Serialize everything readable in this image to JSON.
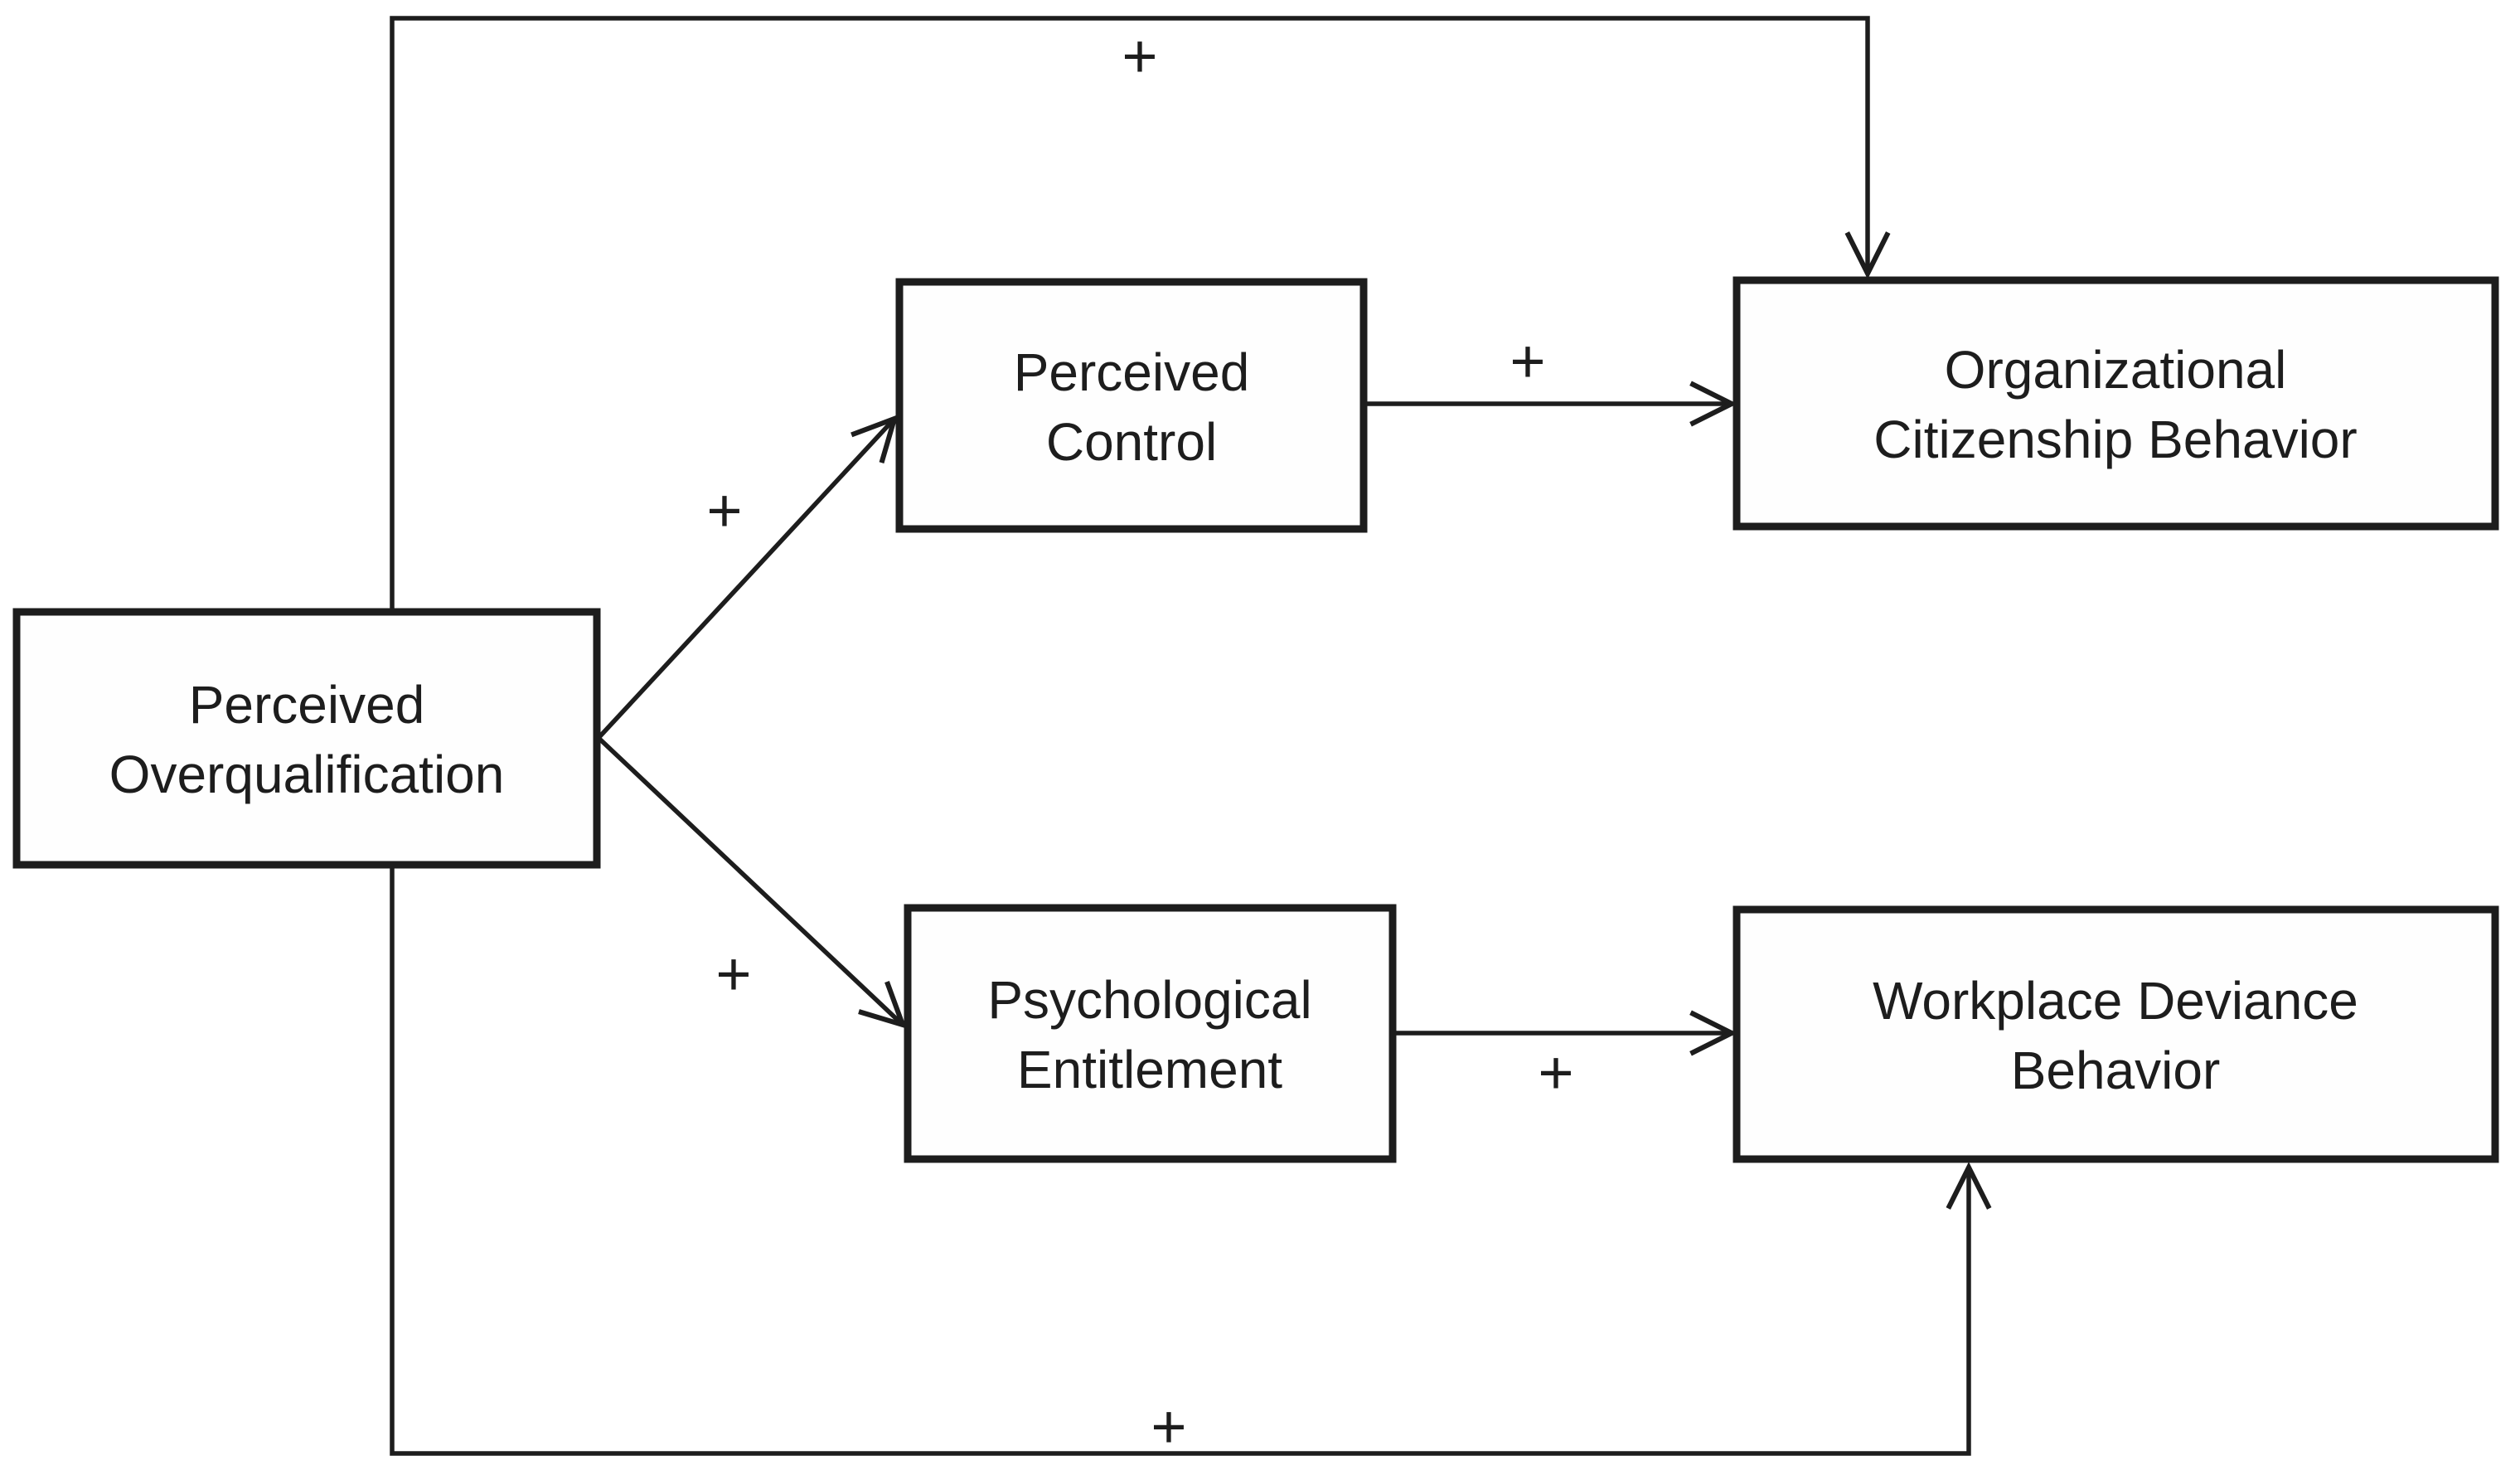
{
  "diagram": {
    "type": "path-model",
    "colors": {
      "background": "#ffffff",
      "line": "#1d1d1d",
      "text": "#1d1d1d",
      "box_fill": "#fefefe"
    },
    "nodes": {
      "perceived_overqualification": {
        "line1": "Perceived",
        "line2": "Overqualification",
        "label": "Perceived Overqualification"
      },
      "perceived_control": {
        "line1": "Perceived",
        "line2": "Control",
        "label": "Perceived Control"
      },
      "organizational_citizenship_behavior": {
        "line1": "Organizational",
        "line2": "Citizenship Behavior",
        "label": "Organizational Citizenship Behavior"
      },
      "psychological_entitlement": {
        "line1": "Psychological",
        "line2": "Entitlement",
        "label": "Psychological Entitlement"
      },
      "workplace_deviance_behavior": {
        "line1": "Workplace Deviance",
        "line2": "Behavior",
        "label": "Workplace Deviance Behavior"
      }
    },
    "edges": {
      "poq_to_pc": {
        "from": "Perceived Overqualification",
        "to": "Perceived Control",
        "sign": "+"
      },
      "poq_to_pe": {
        "from": "Perceived Overqualification",
        "to": "Psychological Entitlement",
        "sign": "+"
      },
      "pc_to_ocb": {
        "from": "Perceived Control",
        "to": "Organizational Citizenship Behavior",
        "sign": "+"
      },
      "pe_to_wdb": {
        "from": "Psychological Entitlement",
        "to": "Workplace Deviance Behavior",
        "sign": "+"
      },
      "poq_to_ocb_direct": {
        "from": "Perceived Overqualification",
        "to": "Organizational Citizenship Behavior",
        "sign": "+"
      },
      "poq_to_wdb_direct": {
        "from": "Perceived Overqualification",
        "to": "Workplace Deviance Behavior",
        "sign": "+"
      }
    }
  }
}
